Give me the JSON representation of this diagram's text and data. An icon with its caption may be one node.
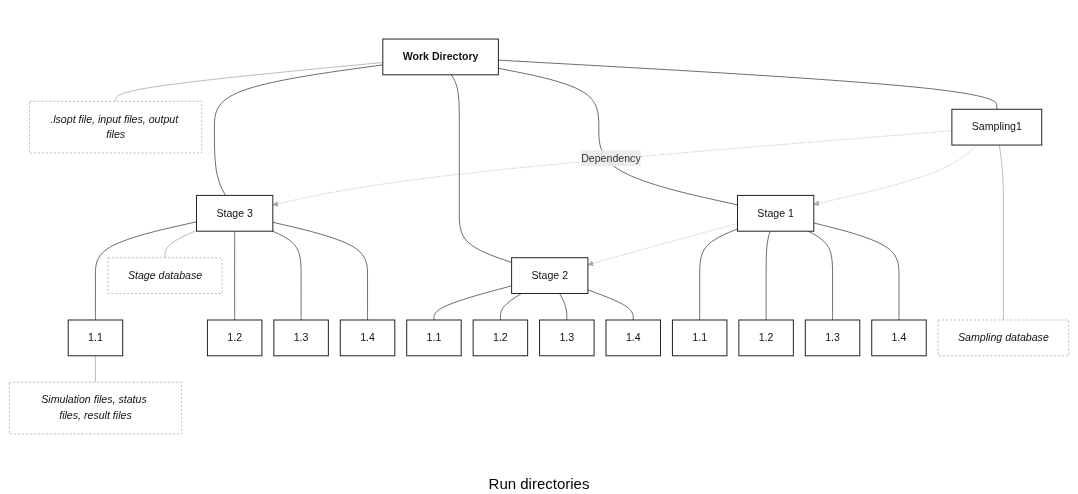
{
  "diagram": {
    "nodes": [
      {
        "text": [
          "Work Directory"
        ]
      },
      {
        "text": [
          ".lsopt file, input files, output files"
        ]
      },
      {
        "text": [
          "Stage 3"
        ]
      },
      {
        "text": [
          "Stage 2"
        ]
      },
      {
        "text": [
          "Stage 1"
        ]
      },
      {
        "text": [
          "Sampling1"
        ]
      },
      {
        "text": [
          "Stage database"
        ]
      },
      {
        "text": [
          "1.1"
        ]
      },
      {
        "text": [
          "1.2"
        ]
      },
      {
        "text": [
          "1.3"
        ]
      },
      {
        "text": [
          "1.4"
        ]
      },
      {
        "text": [
          "1.1"
        ]
      },
      {
        "text": [
          "1.2"
        ]
      },
      {
        "text": [
          "1.3"
        ]
      },
      {
        "text": [
          "1.4"
        ]
      },
      {
        "text": [
          "1.1"
        ]
      },
      {
        "text": [
          "1.2"
        ]
      },
      {
        "text": [
          "1.3"
        ]
      },
      {
        "text": [
          "1.4"
        ]
      },
      {
        "text": [
          "Simulation files, status files, result files"
        ]
      },
      {
        "text": [
          "Sampling database"
        ]
      }
    ],
    "edges": [
      {
        "from": 0,
        "to": 1,
        "arrow": "none",
        "color": "#999999"
      },
      {
        "from": 0,
        "to": 2,
        "arrow": "none"
      },
      {
        "from": 0,
        "to": 3,
        "arrow": "none"
      },
      {
        "from": 0,
        "to": 4,
        "arrow": "none"
      },
      {
        "from": 0,
        "to": 5,
        "arrow": "none"
      },
      {
        "from": 5,
        "to": 2,
        "arrow": "to",
        "style": "dashed",
        "color": "#aaaaaa",
        "label": "Dependency"
      },
      {
        "from": 4,
        "to": 3,
        "arrow": "to",
        "style": "dashed",
        "color": "#aaaaaa"
      },
      {
        "from": 5,
        "to": 4,
        "arrow": "to",
        "style": "dashed",
        "color": "#aaaaaa"
      },
      {
        "from": 2,
        "to": 6,
        "arrow": "none",
        "color": "#999999"
      },
      {
        "from": 2,
        "to": 7,
        "arrow": "none"
      },
      {
        "from": 2,
        "to": 8,
        "arrow": "none"
      },
      {
        "from": 2,
        "to": 9,
        "arrow": "none"
      },
      {
        "from": 2,
        "to": 10,
        "arrow": "none"
      },
      {
        "from": 3,
        "to": 11,
        "arrow": "none"
      },
      {
        "from": 3,
        "to": 12,
        "arrow": "none"
      },
      {
        "from": 3,
        "to": 13,
        "arrow": "none"
      },
      {
        "from": 3,
        "to": 14,
        "arrow": "none"
      },
      {
        "from": 4,
        "to": 15,
        "arrow": "none"
      },
      {
        "from": 4,
        "to": 16,
        "arrow": "none"
      },
      {
        "from": 4,
        "to": 17,
        "arrow": "none"
      },
      {
        "from": 4,
        "to": 18,
        "arrow": "none"
      },
      {
        "from": 7,
        "to": 19,
        "arrow": "none",
        "color": "#999999"
      },
      {
        "from": 5,
        "to": 20,
        "arrow": "none",
        "color": "#999999"
      }
    ],
    "labels": [
      "Run directories"
    ]
  }
}
